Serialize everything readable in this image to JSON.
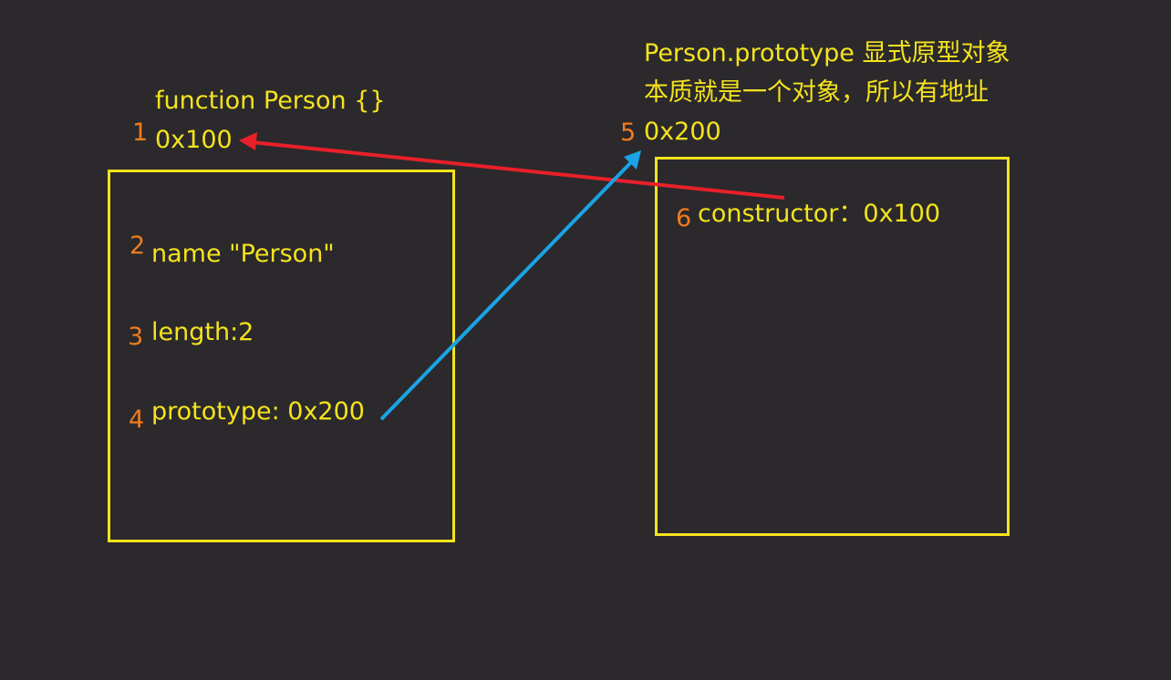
{
  "colors": {
    "background": "#2b292c",
    "box_border": "#f5e31d",
    "text": "#f5e31d",
    "step_number": "#f07c1e",
    "constructor_arrow": "#e8202a",
    "prototype_arrow": "#1aa3e6"
  },
  "function_object": {
    "header": "function Person {}",
    "address": "0x100",
    "step": "1",
    "props": [
      {
        "step": "2",
        "text": "name \"Person\""
      },
      {
        "step": "3",
        "text": "length:2"
      },
      {
        "step": "4",
        "text": "prototype: 0x200"
      }
    ]
  },
  "prototype_object": {
    "title_line1": "Person.prototype 显式原型对象",
    "title_line2": "本质就是一个对象，所以有地址",
    "address": "0x200",
    "step": "5",
    "props": [
      {
        "step": "6",
        "text": "constructor：0x100"
      }
    ]
  }
}
